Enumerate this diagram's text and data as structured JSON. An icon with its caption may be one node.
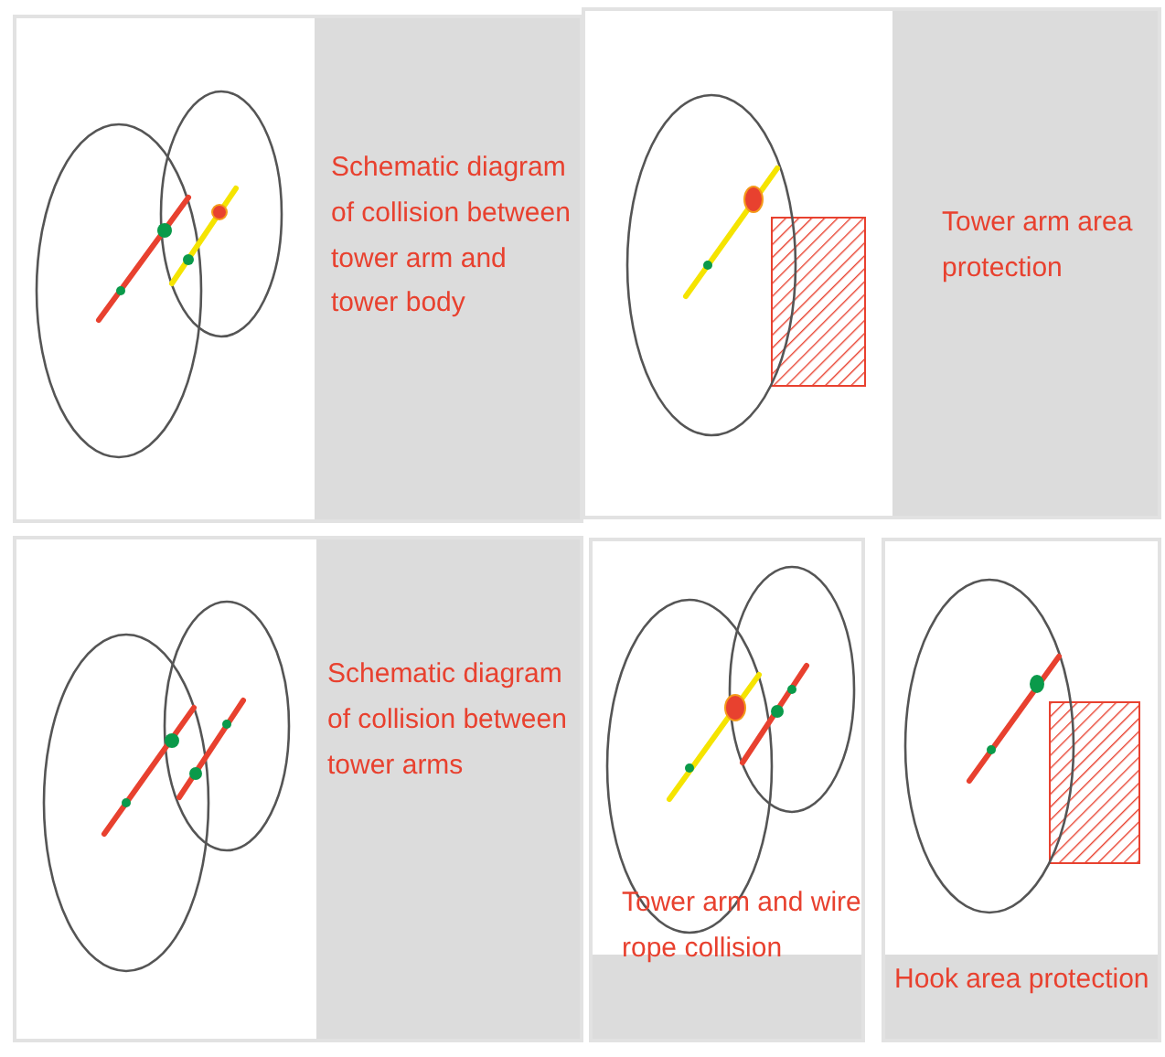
{
  "diagram": {
    "nodes": [
      {
        "text": [
          "Schematic diagram of collision between tower arm and tower body"
        ]
      },
      {
        "text": [
          "Tower arm area protection"
        ]
      },
      {
        "text": [
          "Schematic diagram of collision between tower arms"
        ]
      },
      {
        "text": [
          "Tower arm and wire rope collision"
        ]
      },
      {
        "text": [
          "Hook area protection"
        ]
      }
    ]
  }
}
